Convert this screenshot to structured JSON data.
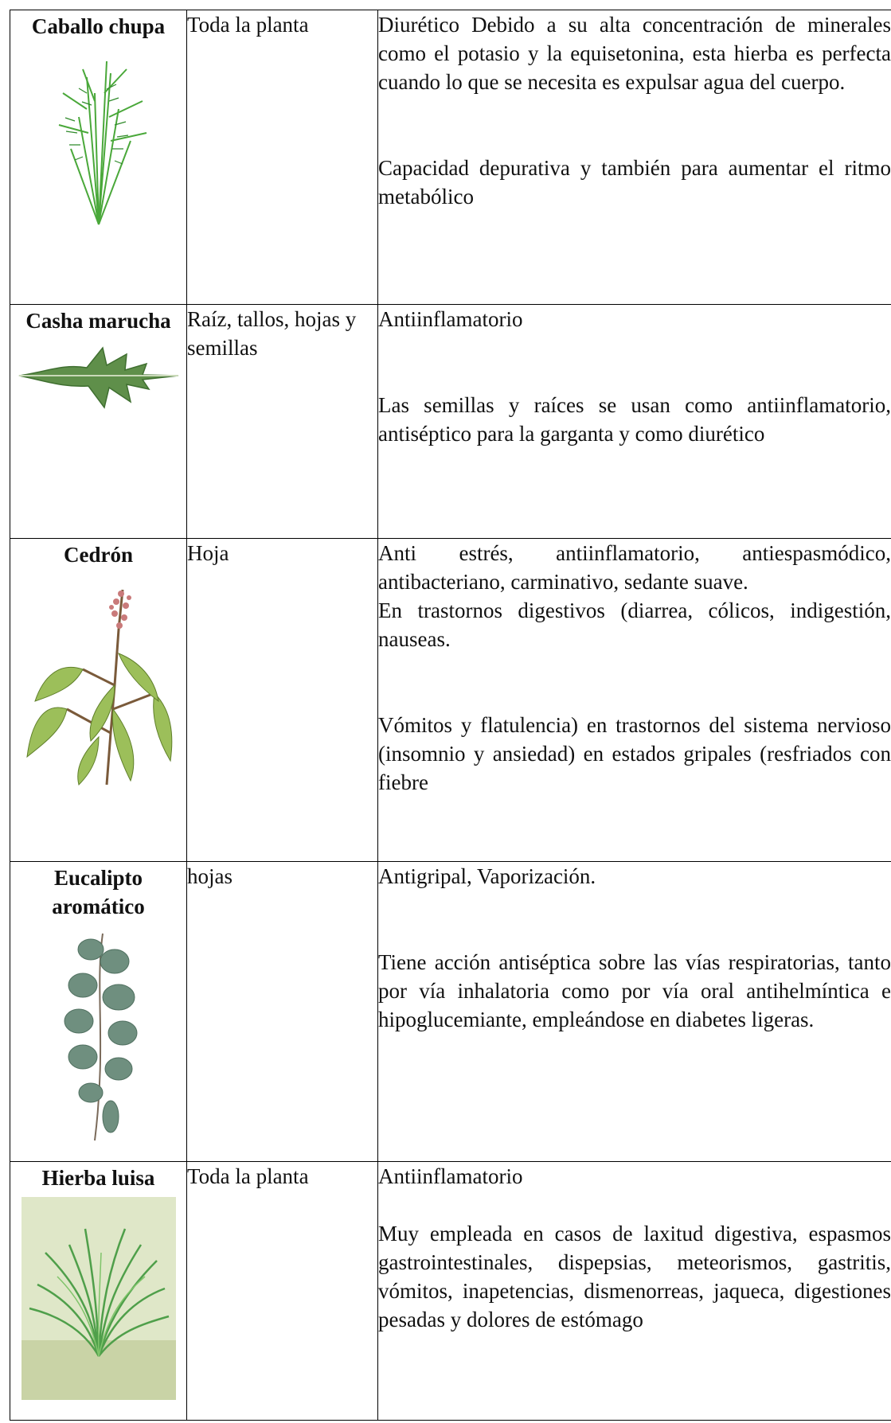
{
  "rows": [
    {
      "name": "Caballo chupa",
      "part": "Toda la planta",
      "desc": [
        "Diurético Debido a su alta concentración de minerales como el potasio y la equisetonina, esta hierba es perfecta cuando lo que se necesita es expulsar agua del cuerpo.",
        "Capacidad depurativa y también para aumentar el ritmo metabólico"
      ],
      "image_icon": "horsetail-plant-image"
    },
    {
      "name": "Casha marucha",
      "part": "Raíz, tallos, hojas y semillas",
      "desc": [
        "Antiinflamatorio",
        "Las semillas y raíces se usan como antiinflamatorio, antiséptico para la garganta y como diurético"
      ],
      "image_icon": "thistle-leaf-image"
    },
    {
      "name": "Cedrón",
      "part": "Hoja",
      "desc": [
        "Anti estrés, antiinflamatorio, antiespasmódico, antibacteriano, carminativo, sedante suave.",
        "En trastornos digestivos (diarrea, cólicos, indigestión, nauseas.",
        "Vómitos y flatulencia) en trastornos del sistema nervioso (insomnio y ansiedad) en estados gripales (resfriados con fiebre"
      ],
      "image_icon": "lemon-verbena-image"
    },
    {
      "name": "Eucalipto aromático",
      "part": "hojas",
      "desc": [
        "Antigripal, Vaporización.",
        "Tiene acción antiséptica sobre las vías respiratorias, tanto por vía inhalatoria como por vía oral antihelmíntica e hipoglucemiante, empleándose en diabetes ligeras."
      ],
      "image_icon": "eucalyptus-branch-image"
    },
    {
      "name": "Hierba luisa",
      "part": "Toda la planta",
      "desc": [
        "Antiinflamatorio",
        "Muy empleada en casos de  laxitud digestiva, espasmos gastrointestinales, dispepsias, meteorismos, gastritis, vómitos, inapetencias, dismenorreas, jaqueca, digestiones pesadas y dolores de estómago"
      ],
      "image_icon": "lemongrass-image"
    }
  ]
}
